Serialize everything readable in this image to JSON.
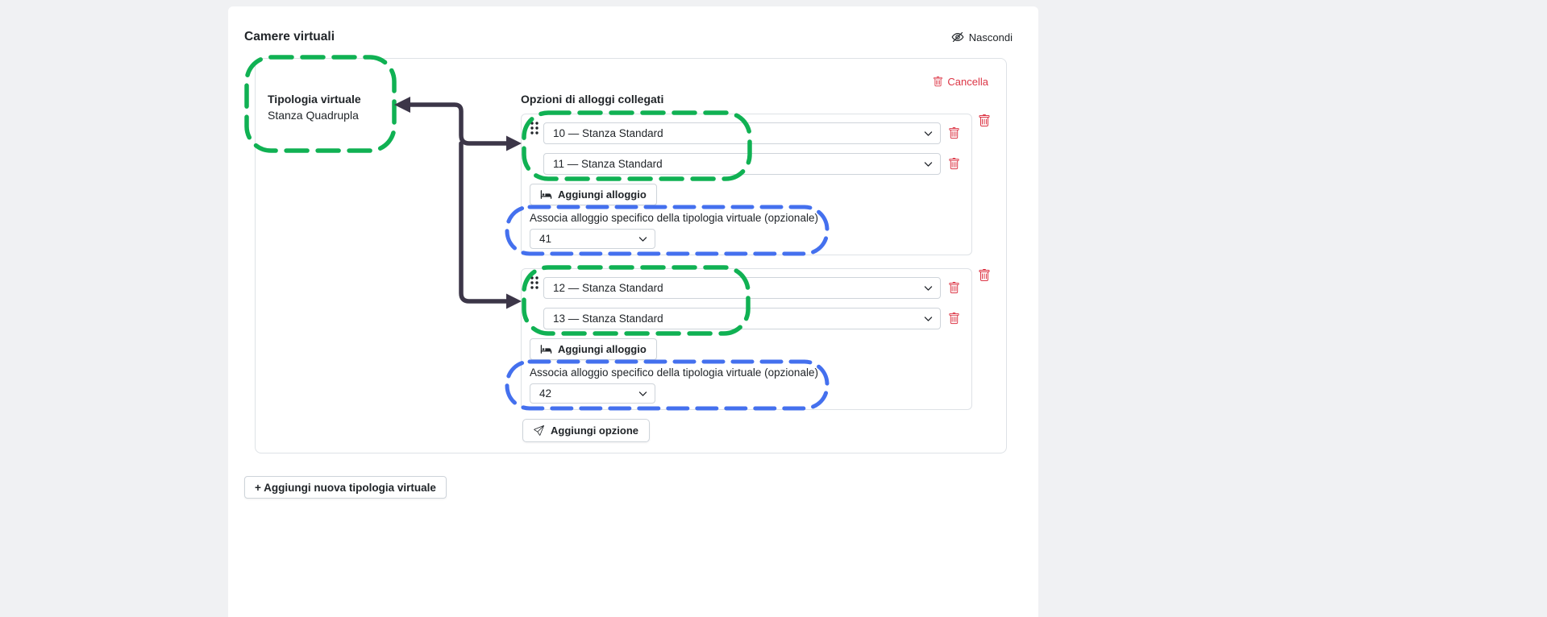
{
  "header": {
    "title": "Camere virtuali",
    "hide_label": "Nascondi"
  },
  "card": {
    "cancel_label": "Cancella",
    "tipologia_label": "Tipologia virtuale",
    "tipologia_value": "Stanza Quadrupla",
    "options_heading": "Opzioni di alloggi collegati",
    "option_groups": [
      {
        "lodgings": [
          "10 — Stanza Standard",
          "11 — Stanza Standard"
        ],
        "add_lodging_label": "Aggiungi alloggio",
        "associate_label": "Associa alloggio specifico della tipologia virtuale (opzionale)",
        "specific_lodging_value": "41"
      },
      {
        "lodgings": [
          "12 — Stanza Standard",
          "13 — Stanza Standard"
        ],
        "add_lodging_label": "Aggiungi alloggio",
        "associate_label": "Associa alloggio specifico della tipologia virtuale (opzionale)",
        "specific_lodging_value": "42"
      }
    ],
    "add_option_label": "Aggiungi opzione"
  },
  "footer": {
    "add_new_label": "+ Aggiungi nuova tipologia virtuale"
  },
  "colors": {
    "annotation_green": "#10b153",
    "annotation_blue": "#4470ee",
    "annotation_arrow": "#3c3648",
    "danger_red": "#dc3545",
    "text": "#212529",
    "border": "#dee2e6"
  }
}
